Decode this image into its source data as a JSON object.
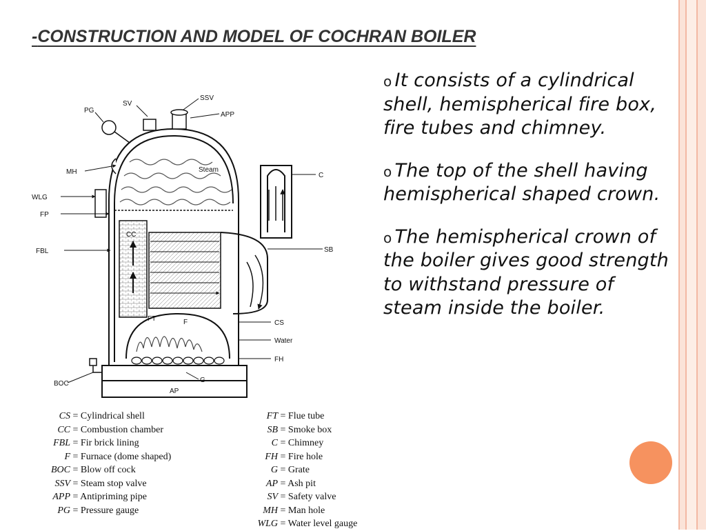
{
  "slide": {
    "title_prefix": "-",
    "title": "Construction and model of Cochran Boiler",
    "bullets": [
      {
        "marker": "o",
        "text": "It consists of  a cylindrical shell, hemispherical fire box, fire tubes and chimney."
      },
      {
        "marker": "o",
        "text": "The top of the shell having hemispherical shaped crown."
      },
      {
        "marker": "o",
        "text": "The hemispherical crown of the boiler gives good strength to withstand pressure of steam inside the  boiler."
      }
    ],
    "accent_colors": {
      "stripe": "#f3b8a3",
      "dot": "#f6925f",
      "title": "#333333"
    }
  },
  "diagram": {
    "labels": {
      "pg": "PG",
      "sv": "SV",
      "ssv": "SSV",
      "app": "APP",
      "mh": "MH",
      "wlg": "WLG",
      "fp": "FP",
      "fbl": "FBL",
      "cc": "CC",
      "steam": "Steam",
      "c": "C",
      "sb": "SB",
      "ft": "FT",
      "f": "F",
      "cs": "CS",
      "water": "Water",
      "fh": "FH",
      "g": "G",
      "boc": "BOC",
      "ap": "AP"
    },
    "legend_left": [
      {
        "abbr": "CS",
        "meaning": "Cylindrical shell"
      },
      {
        "abbr": "CC",
        "meaning": "Combustion chamber"
      },
      {
        "abbr": "FBL",
        "meaning": "Fir brick lining"
      },
      {
        "abbr": "F",
        "meaning": "Furnace (dome shaped)"
      },
      {
        "abbr": "BOC",
        "meaning": "Blow off cock"
      },
      {
        "abbr": "SSV",
        "meaning": "Steam stop valve"
      },
      {
        "abbr": "APP",
        "meaning": "Antipriming pipe"
      },
      {
        "abbr": "PG",
        "meaning": "Pressure gauge"
      }
    ],
    "legend_right": [
      {
        "abbr": "FT",
        "meaning": "Flue tube"
      },
      {
        "abbr": "SB",
        "meaning": "Smoke box"
      },
      {
        "abbr": "C",
        "meaning": "Chimney"
      },
      {
        "abbr": "FH",
        "meaning": "Fire hole"
      },
      {
        "abbr": "G",
        "meaning": "Grate"
      },
      {
        "abbr": "AP",
        "meaning": "Ash pit"
      },
      {
        "abbr": "SV",
        "meaning": "Safety valve"
      },
      {
        "abbr": "MH",
        "meaning": "Man hole"
      },
      {
        "abbr": "WLG",
        "meaning": "Water level gauge"
      }
    ]
  }
}
